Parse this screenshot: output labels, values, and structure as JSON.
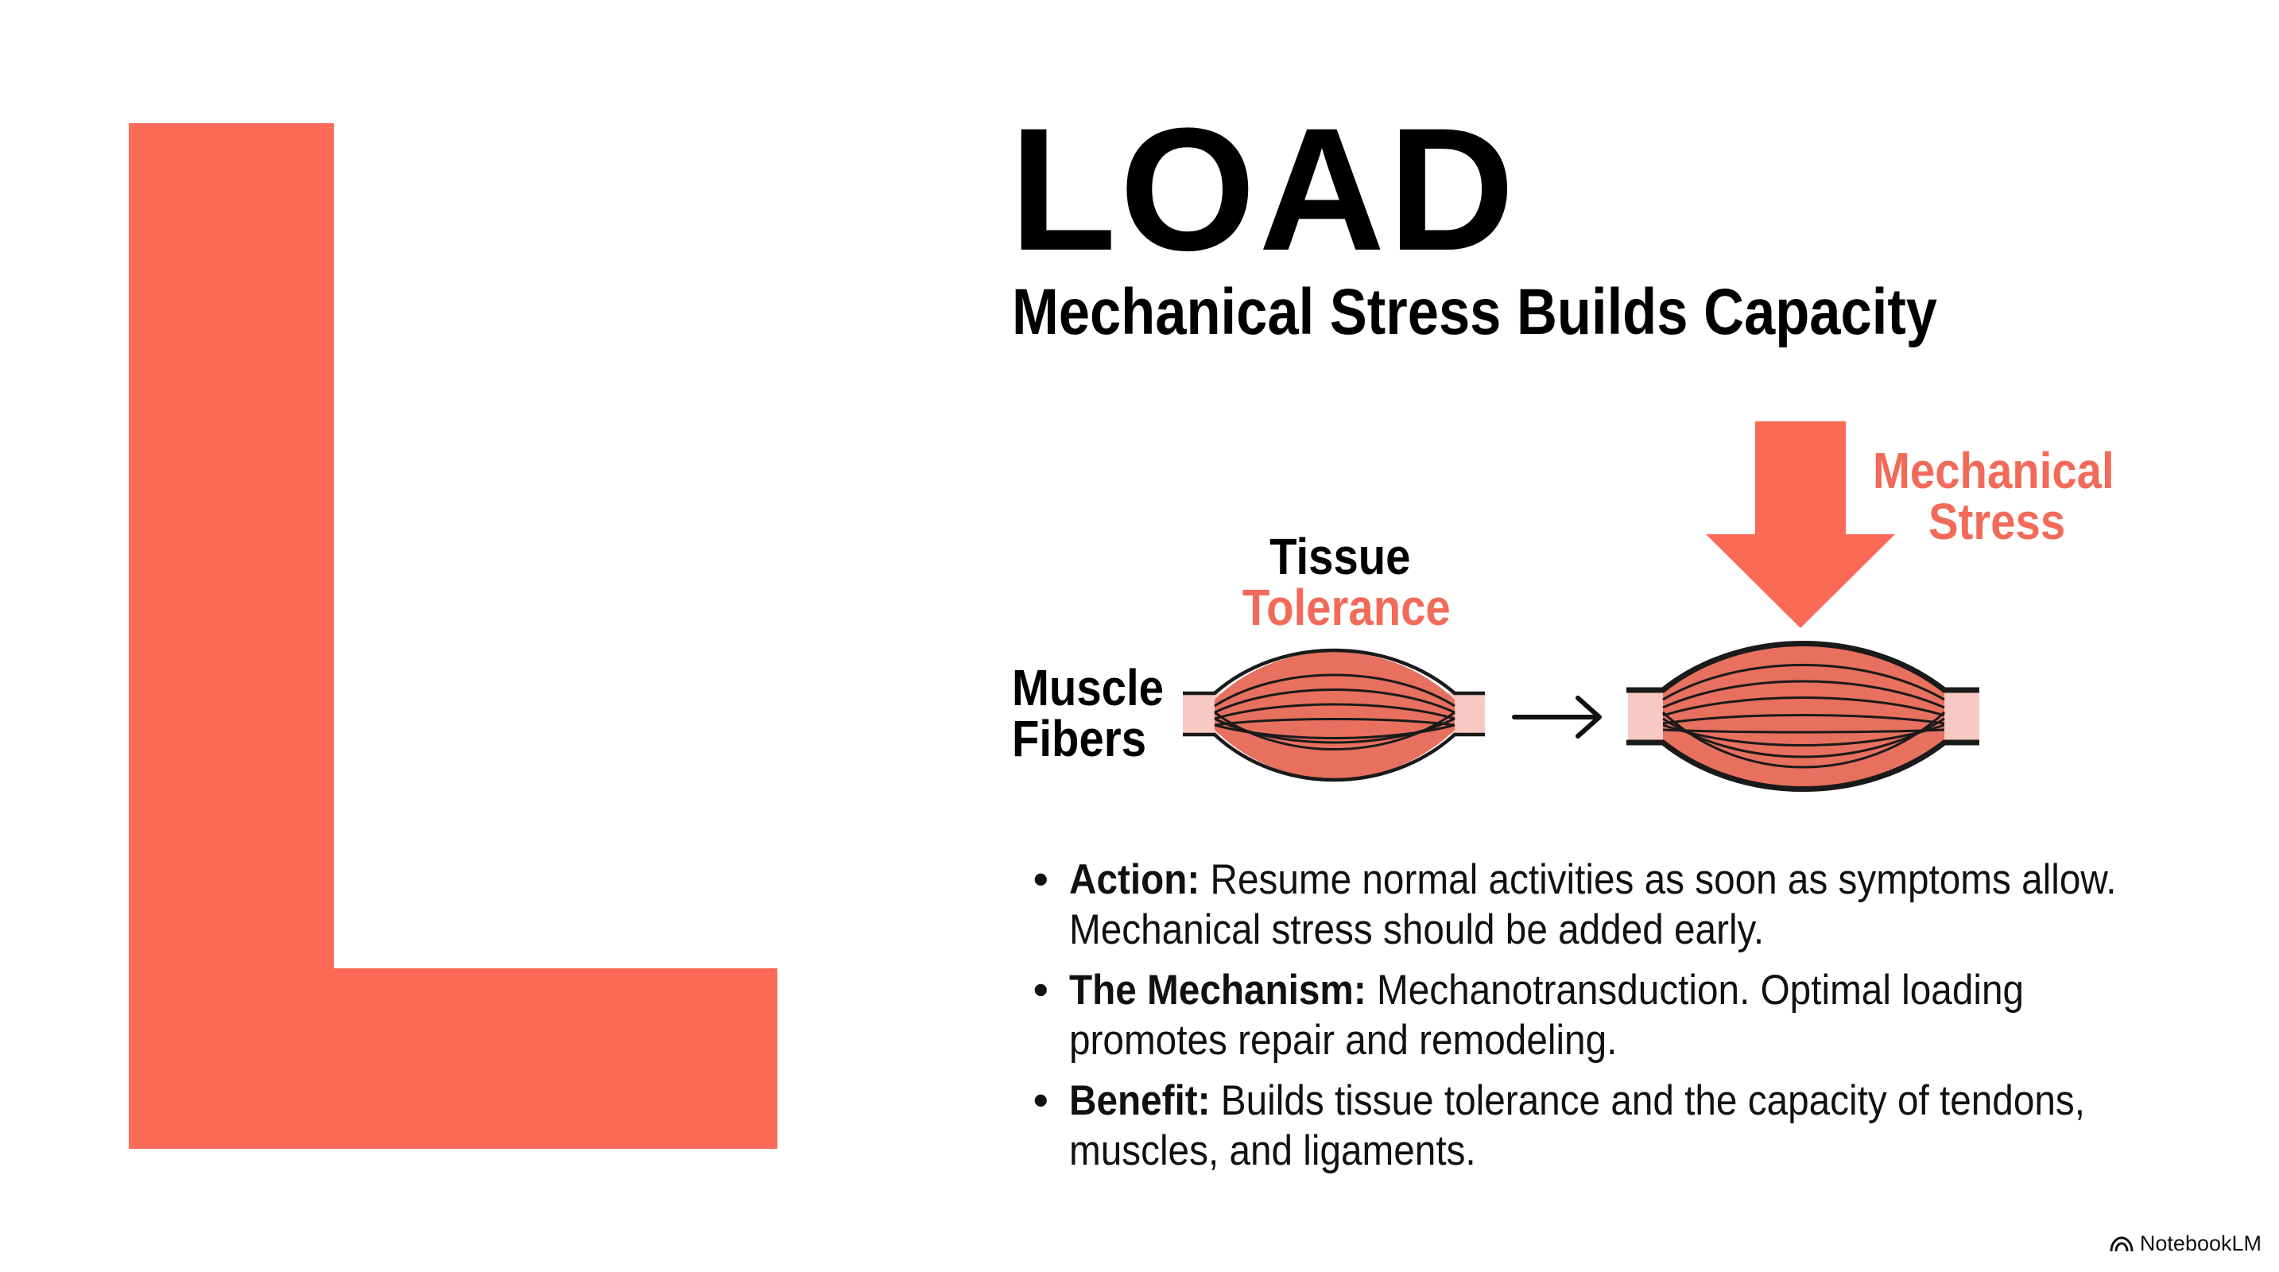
{
  "slide": {
    "letter": "L",
    "title": "LOAD",
    "subtitle": "Mechanical Stress Builds Capacity"
  },
  "diagram": {
    "tissue_label": "Tissue",
    "tolerance_label": "Tolerance",
    "muscle_label_1": "Muscle",
    "muscle_label_2": "Fibers",
    "stress_label_1": "Mechanical",
    "stress_label_2": "Stress"
  },
  "bullets": [
    {
      "term": "Action:",
      "text": " Resume normal activities as soon as symptoms allow. Mechanical stress should be added early."
    },
    {
      "term": "The Mechanism:",
      "text": " Mechanotransduction. Optimal loading promotes repair and remodeling."
    },
    {
      "term": "Benefit:",
      "text": " Builds tissue tolerance and the capacity of tendons, muscles, and ligaments."
    }
  ],
  "brand": {
    "name": "NotebookLM",
    "icon": "notebooklm-logo-icon"
  },
  "colors": {
    "accent": "#fa6a56",
    "accent_text": "#f26a59",
    "muscle_fill": "#e8705f",
    "tendon_fill": "#f7c9c2"
  }
}
